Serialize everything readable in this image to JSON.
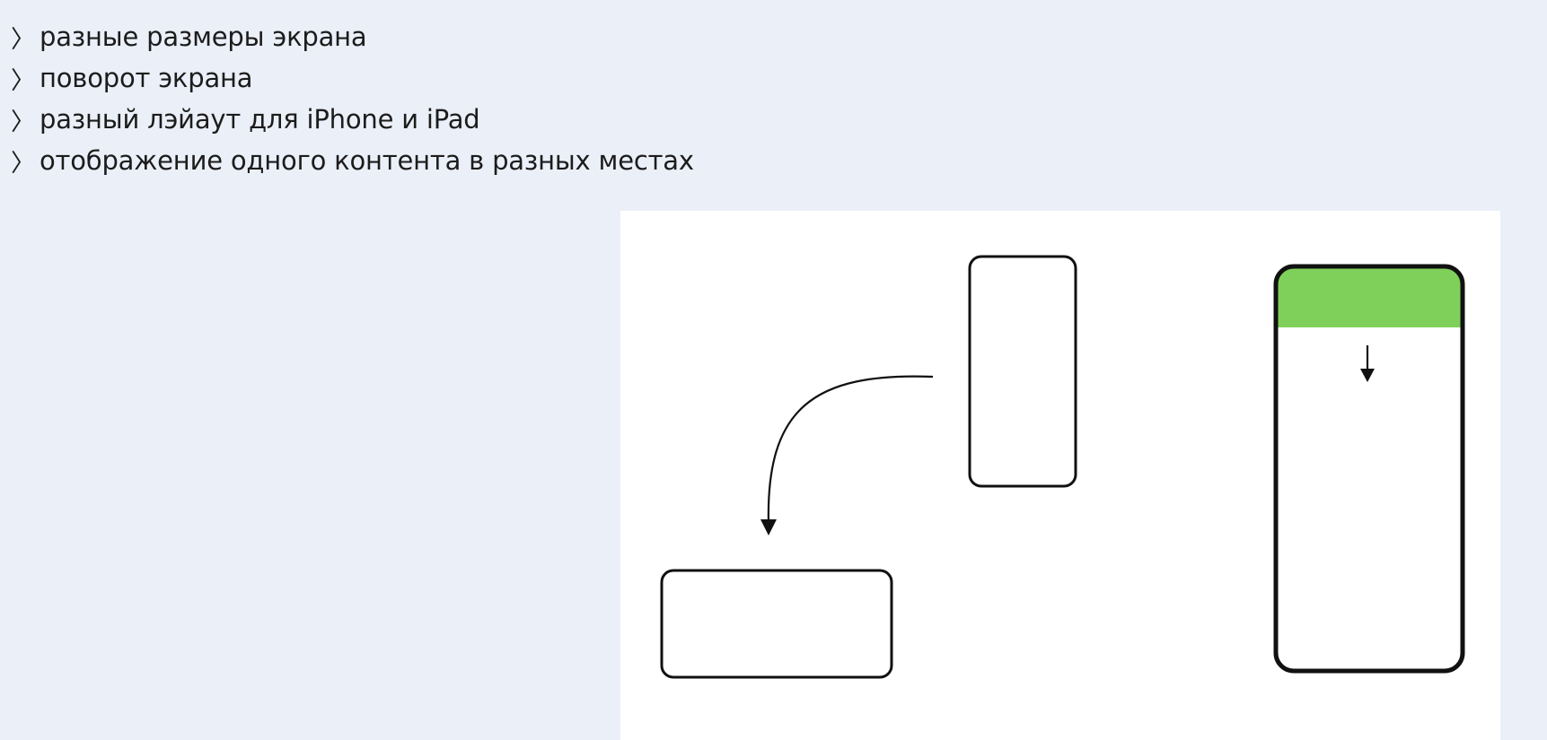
{
  "slide": {
    "bullets": [
      {
        "marker": "〉",
        "text": "разные размеры экрана"
      },
      {
        "marker": "〉",
        "text": "поворот экрана"
      },
      {
        "marker": "〉",
        "text": "разный лэйаут для iPhone и iPad"
      },
      {
        "marker": "〉",
        "text": "отображение одного контента в разных местах"
      }
    ]
  },
  "illustration": {
    "icons": [
      "phone-portrait-icon",
      "phone-landscape-icon",
      "rotate-arrow-icon",
      "tall-phone-icon",
      "down-arrow-icon"
    ],
    "colors": {
      "outline": "#111111",
      "header_fill": "#7fd05b",
      "background": "#ffffff"
    }
  }
}
